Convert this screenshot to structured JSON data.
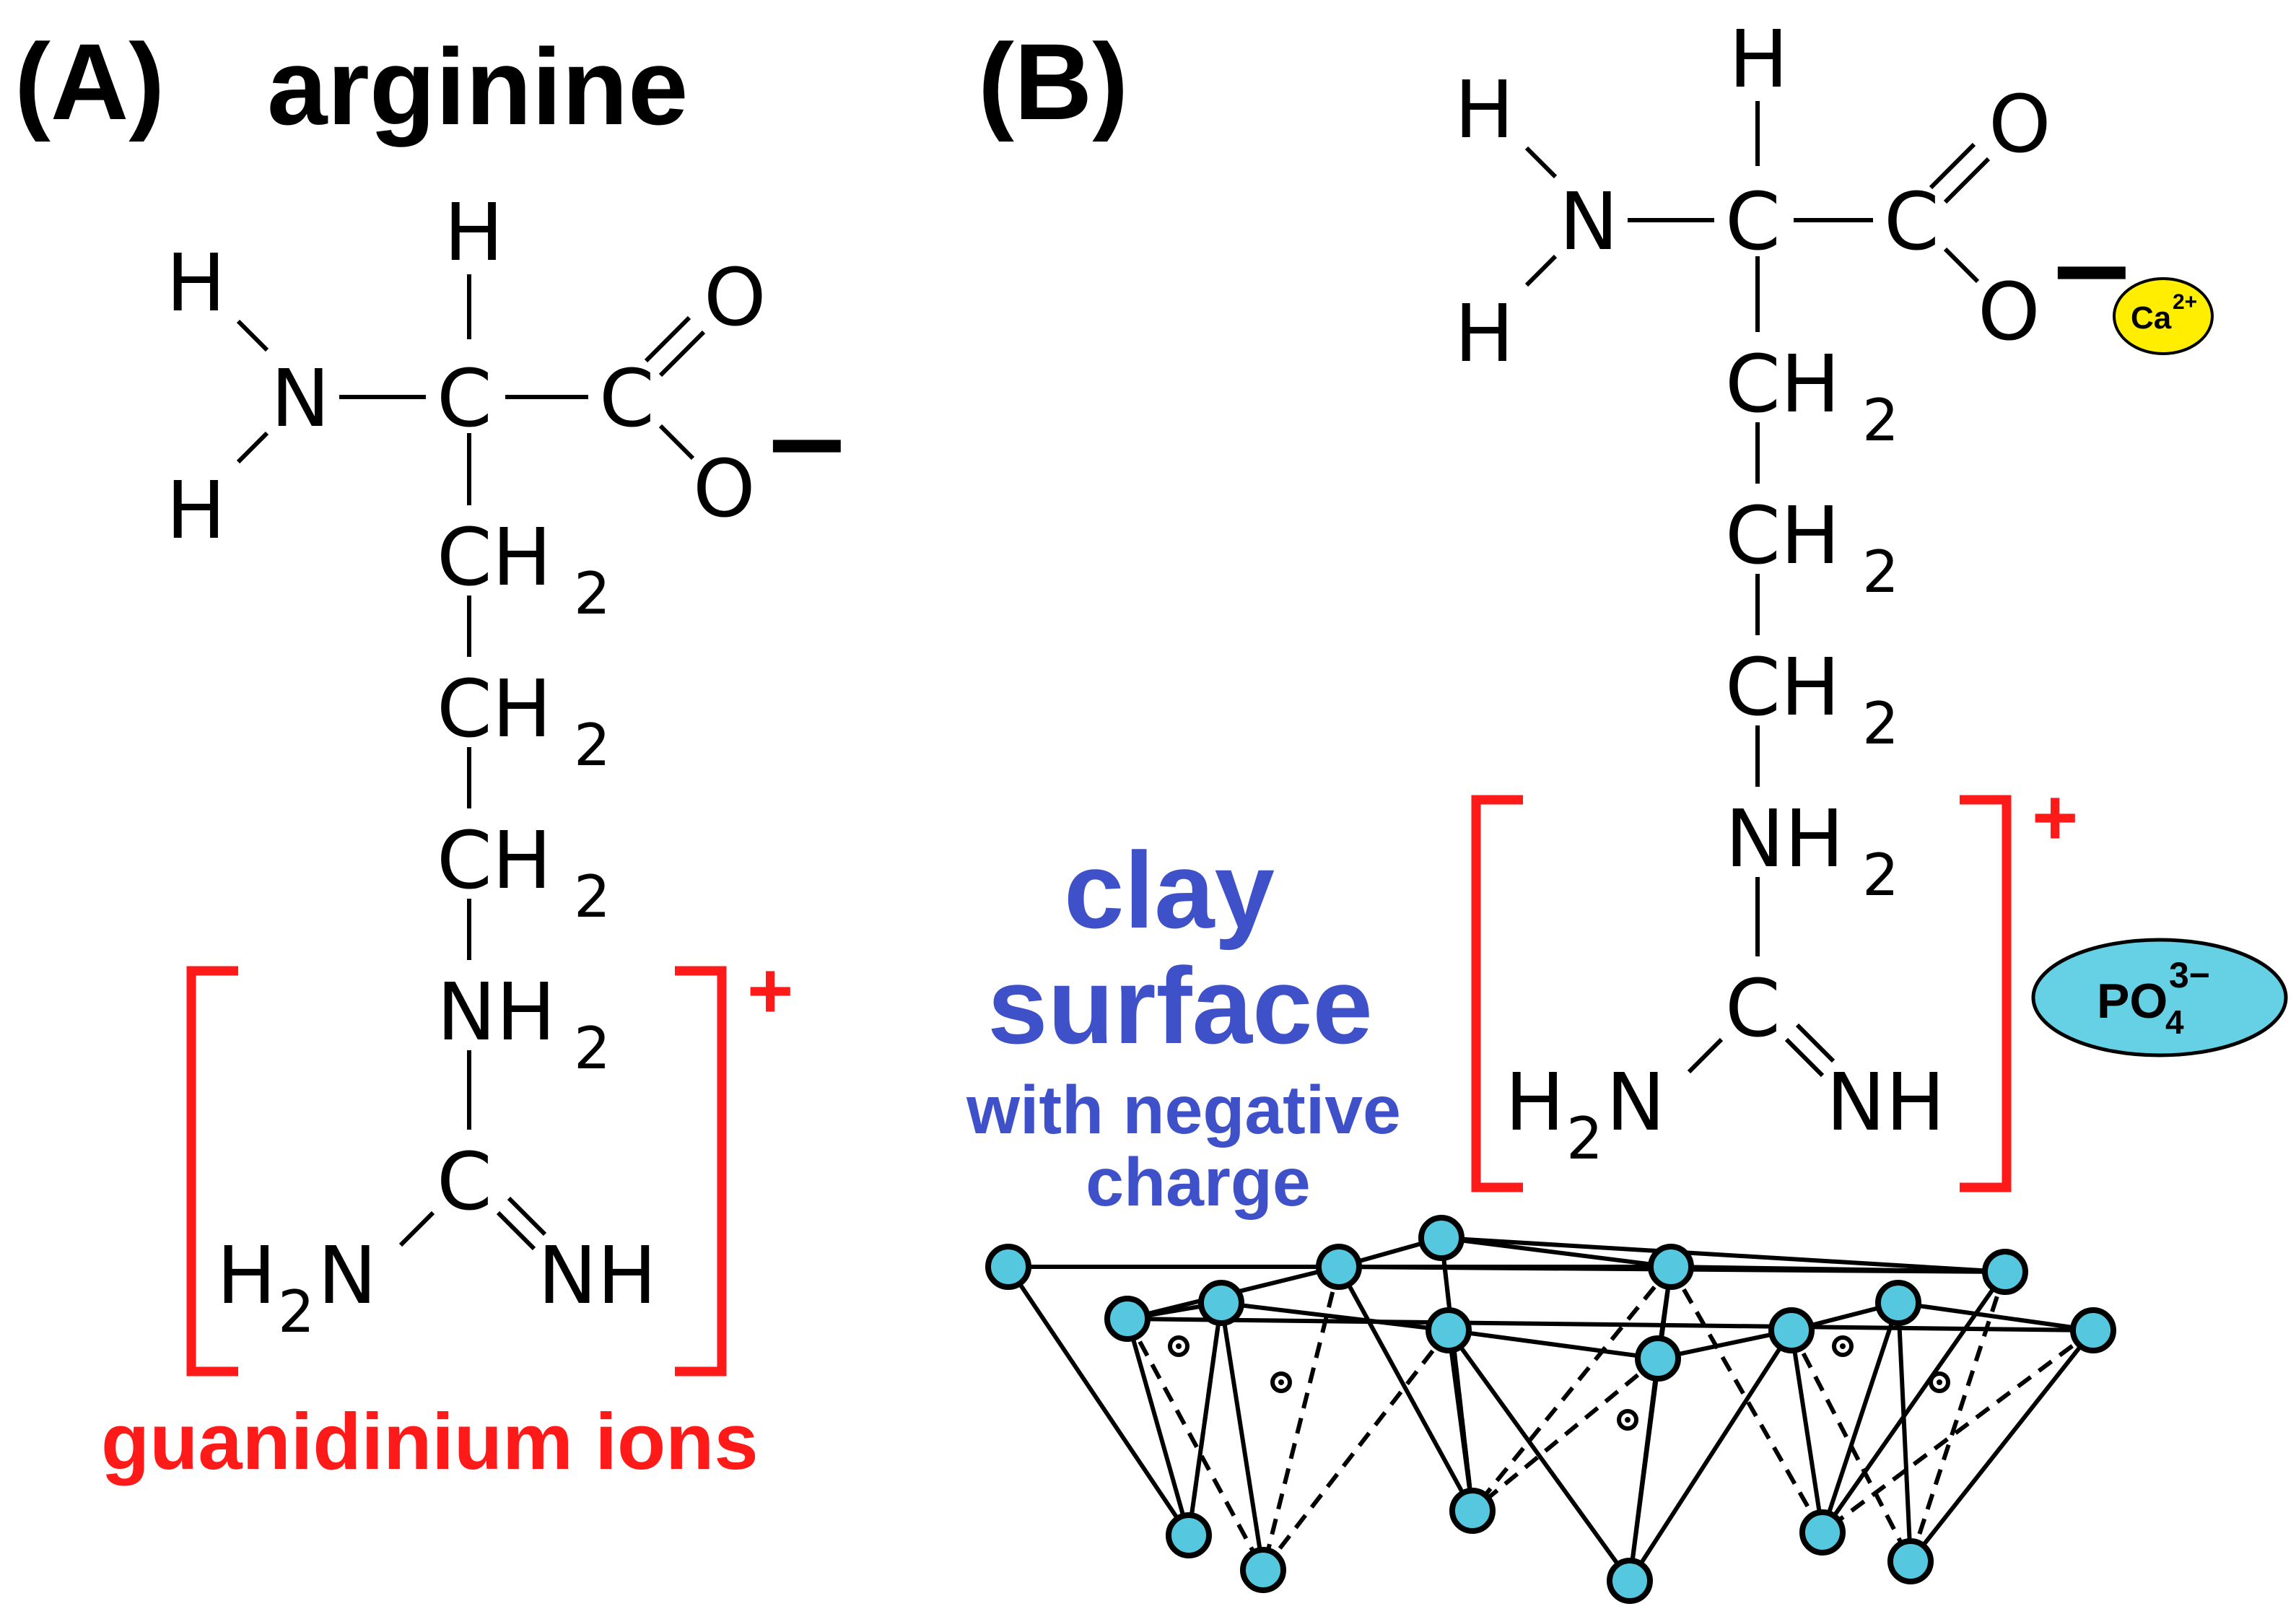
{
  "panel_a": {
    "label": "(A)",
    "title": "arginine",
    "atoms": {
      "h_top": "H",
      "h_left_top": "H",
      "h_left_bottom": "H",
      "n_amine": "N",
      "c_alpha": "C",
      "c_carboxyl": "C",
      "o_double": "O",
      "o_single": "O",
      "o_charge": "−",
      "ch": "CH",
      "sub_2": "2",
      "nh": "NH",
      "c_guan": "C",
      "h2n_h": "H",
      "h2n_n": "N",
      "nh_right": "NH"
    },
    "bracket_charge": "+",
    "caption": "guanidinium ions"
  },
  "panel_b": {
    "label": "(B)",
    "ca_ion": "Ca",
    "ca_charge": "2+",
    "phosphate": "PO",
    "phosphate_sub": "4",
    "phosphate_charge": "3−",
    "clay_line1": "clay",
    "clay_line2": "surface",
    "clay_line3": "with negative",
    "clay_line4": "charge"
  },
  "colors": {
    "red": "#ff1a1a",
    "blue": "#3f51c9",
    "node": "#55c8df",
    "ca": "#ffee00",
    "phosphate": "#66d0e4"
  }
}
